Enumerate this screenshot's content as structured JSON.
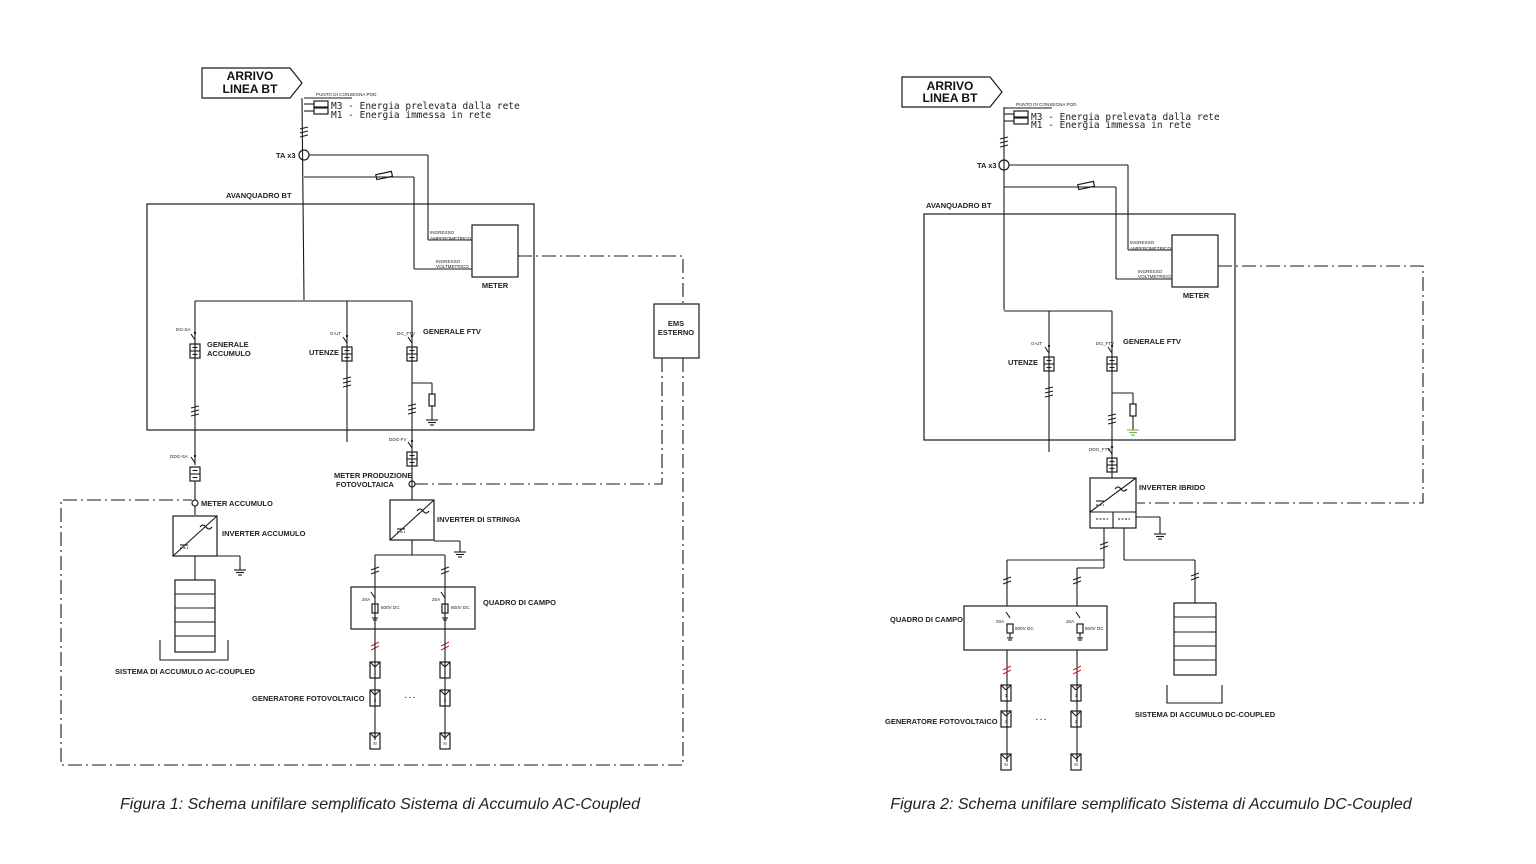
{
  "figure1": {
    "caption": "Figura 1: Schema unifilare semplificato Sistema di Accumulo AC-Coupled",
    "arrivo": [
      "ARRIVO",
      "LINEA BT"
    ],
    "punto": "PUNTO DI CONSEGNA POD",
    "m3": "M3 - Energia prelevata dalla rete",
    "m1": "M1 - Energia immessa in rete",
    "ta": "TA x3",
    "avanquadro": "AVANQUADRO BT",
    "ingresso_amp": [
      "INGRESSO",
      "AMPEROMETRICO"
    ],
    "ingresso_volt": [
      "INGRESSO",
      "VOLTMETRICO"
    ],
    "meter": "METER",
    "ems": [
      "EMS",
      "ESTERNO"
    ],
    "dg_sa": "DG-SA",
    "generale_accumulo": [
      "GENERALE",
      "ACCUMULO"
    ],
    "g_ut": "G-UT",
    "utenze": "UTENZE",
    "dg_ftv": "DG_FTV",
    "generale_ftv": "GENERALE FTV",
    "ddg_sa": "DDG-SA",
    "ddg_fv": "DDG-FV",
    "meter_accumulo": "METER ACCUMULO",
    "meter_produzione": [
      "METER PRODUZIONE",
      "FOTOVOLTAICA"
    ],
    "inverter_accumulo": "INVERTER ACCUMULO",
    "inverter_stringa": "INVERTER DI STRINGA",
    "quadro_campo": "QUADRO DI CAMPO",
    "string_label": "20A",
    "string_rating": "600V DC",
    "sistema_accumulo": "SISTEMA DI ACCUMULO AC-COUPLED",
    "generatore": "GENERATORE FOTOVOLTAICO",
    "modules": [
      "1",
      "2",
      "N"
    ],
    "dots": ". . ."
  },
  "figure2": {
    "caption": "Figura 2: Schema unifilare semplificato Sistema di Accumulo DC-Coupled",
    "arrivo": [
      "ARRIVO",
      "LINEA BT"
    ],
    "punto": "PUNTO DI CONSEGNA POD",
    "m3": "M3 - Energia prelevata dalla rete",
    "m1": "M1 - Energia immessa in rete",
    "ta": "TA x3",
    "avanquadro": "AVANQUADRO BT",
    "ingresso_amp": [
      "INGRESSO",
      "AMPEROMETRICO"
    ],
    "ingresso_volt": [
      "INGRESSO",
      "VOLTMETRICO"
    ],
    "meter": "METER",
    "g_ut": "G-UT",
    "utenze": "UTENZE",
    "dg_ftv": "DG_FTV",
    "generale_ftv": "GENERALE FTV",
    "ddg_ftv": "DDG_FTV",
    "inverter_ibrido": "INVERTER IBRIDO",
    "quadro_campo": "QUADRO DI CAMPO",
    "string_label": "20A",
    "string_rating": "600V DC",
    "sistema_accumulo": "SISTEMA DI ACCUMULO DC-COUPLED",
    "generatore": "GENERATORE FOTOVOLTAICO",
    "modules": [
      "1",
      "2",
      "N"
    ],
    "dots": ". . ."
  }
}
